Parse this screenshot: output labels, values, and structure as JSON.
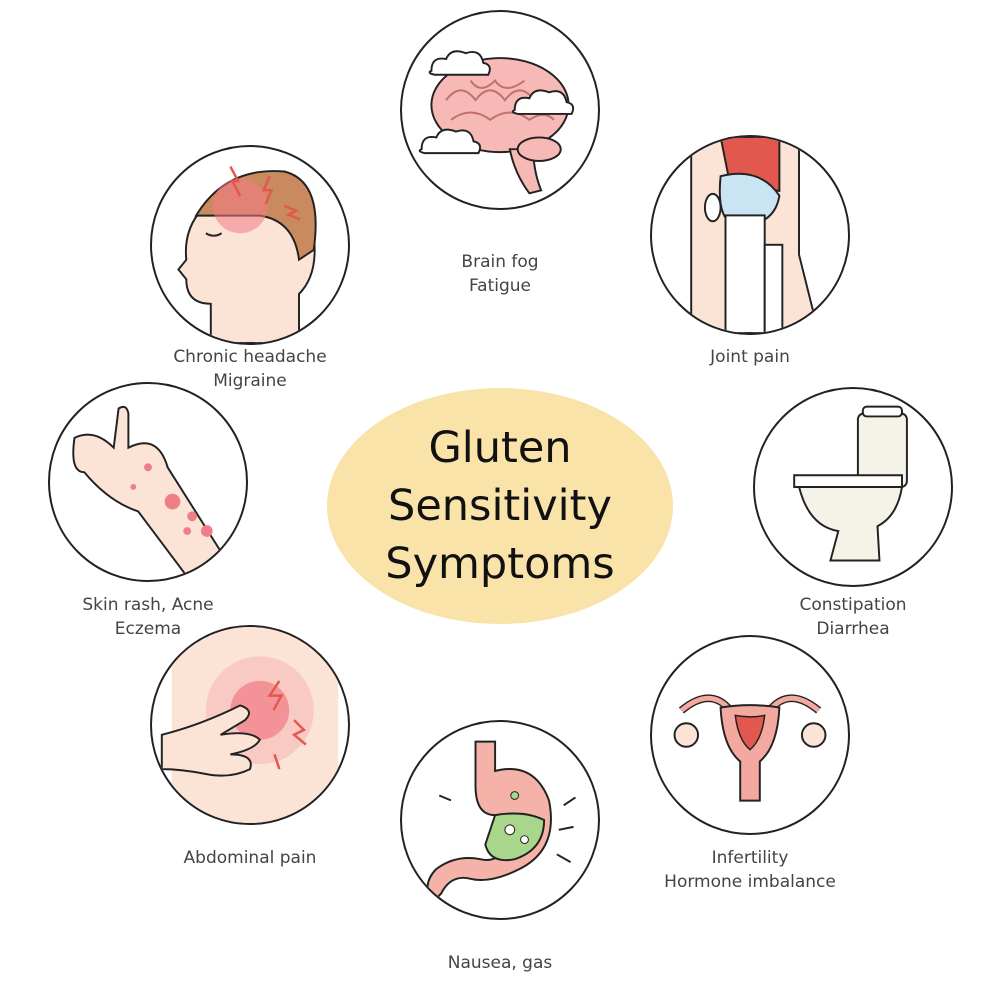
{
  "title": {
    "lines": [
      "Gluten",
      "Sensitivity",
      "Symptoms"
    ]
  },
  "colors": {
    "center_fill": "#f9e3a8",
    "pain_red": "#e8505b",
    "skin": "#fbe3d6",
    "organ_pink": "#f4a9a0",
    "stomach_green": "#a8d68a"
  },
  "symptoms": [
    {
      "icon": "brain-icon",
      "lines": [
        "Brain fog",
        "Fatigue"
      ]
    },
    {
      "icon": "joint-icon",
      "lines": [
        "Joint pain"
      ]
    },
    {
      "icon": "toilet-icon",
      "lines": [
        "Constipation",
        "Diarrhea"
      ]
    },
    {
      "icon": "uterus-icon",
      "lines": [
        "Infertility",
        "Hormone imbalance"
      ]
    },
    {
      "icon": "stomach-icon",
      "lines": [
        "Nausea, gas"
      ]
    },
    {
      "icon": "abdomen-icon",
      "lines": [
        "Abdominal pain"
      ]
    },
    {
      "icon": "arm-rash-icon",
      "lines": [
        "Skin rash, Acne",
        "Eczema"
      ]
    },
    {
      "icon": "head-pain-icon",
      "lines": [
        "Chronic headache",
        "Migraine"
      ]
    }
  ]
}
